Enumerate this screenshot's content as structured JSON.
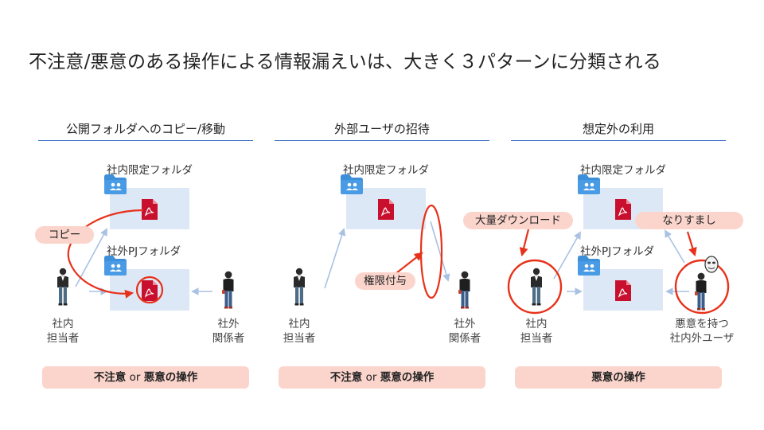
{
  "title": "不注意/悪意のある操作による情報漏えいは、大きく３パターンに分類される",
  "colors": {
    "accent_blue": "#4472c4",
    "folder_blue": "#3d8fd9",
    "panel_bg": "#dde8f6",
    "pdf_red": "#c8102e",
    "highlight_red": "#e8311a",
    "pill_bg": "#fbd5cc"
  },
  "sections": [
    {
      "title": "公開フォルダへのコピー/移動",
      "folder_top": "社内限定フォルダ",
      "folder_bottom": "社外PJフォルダ",
      "callout": "コピー",
      "person_left": [
        "社内",
        "担当者"
      ],
      "person_right": [
        "社外",
        "関係者"
      ],
      "bottom": {
        "part1": "不注意",
        "mid": " or ",
        "part2": "悪意",
        "tail": "の操作"
      }
    },
    {
      "title": "外部ユーザの招待",
      "folder_top": "社内限定フォルダ",
      "callout": "権限付与",
      "person_left": [
        "社内",
        "担当者"
      ],
      "person_right": [
        "社外",
        "関係者"
      ],
      "bottom": {
        "part1": "不注意",
        "mid": " or ",
        "part2": "悪意",
        "tail": "の操作"
      }
    },
    {
      "title": "想定外の利用",
      "folder_top": "社内限定フォルダ",
      "folder_bottom": "社外PJフォルダ",
      "callout_left": "大量ダウンロード",
      "callout_right": "なりすまし",
      "person_left": [
        "社内",
        "担当者"
      ],
      "person_right": [
        "悪意を持つ",
        "社内外ユーザ"
      ],
      "bottom": {
        "part1": "悪意",
        "tail": "の操作"
      }
    }
  ],
  "icons": {
    "folder": "folder-people-icon",
    "pdf": "pdf-document-icon",
    "person": "business-person-icon",
    "mask": "mask-icon"
  }
}
